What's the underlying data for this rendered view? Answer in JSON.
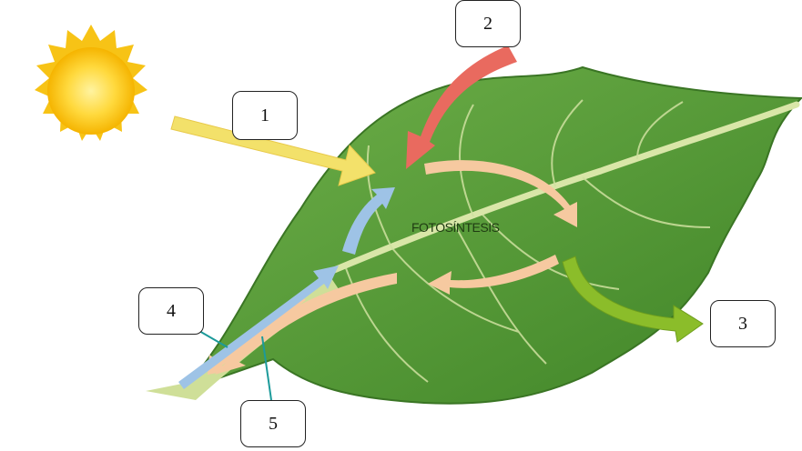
{
  "center_label": "FOTOSÍNTESIS",
  "labels": [
    "1",
    "2",
    "3",
    "4",
    "5"
  ],
  "colors": {
    "leaf": "#5a9e3a",
    "leaf_dark": "#3f7f24",
    "vein": "#d9e6a8",
    "sun": "#f7c316",
    "sun_core": "#ffd93d",
    "arrow_light": "#f3e16a",
    "arrow_co2": "#e96a5f",
    "arrow_sugar": "#f6c9a0",
    "arrow_water": "#9ec3e6",
    "arrow_oxygen": "#8bbd2a",
    "pointer": "#1c9a9a"
  }
}
